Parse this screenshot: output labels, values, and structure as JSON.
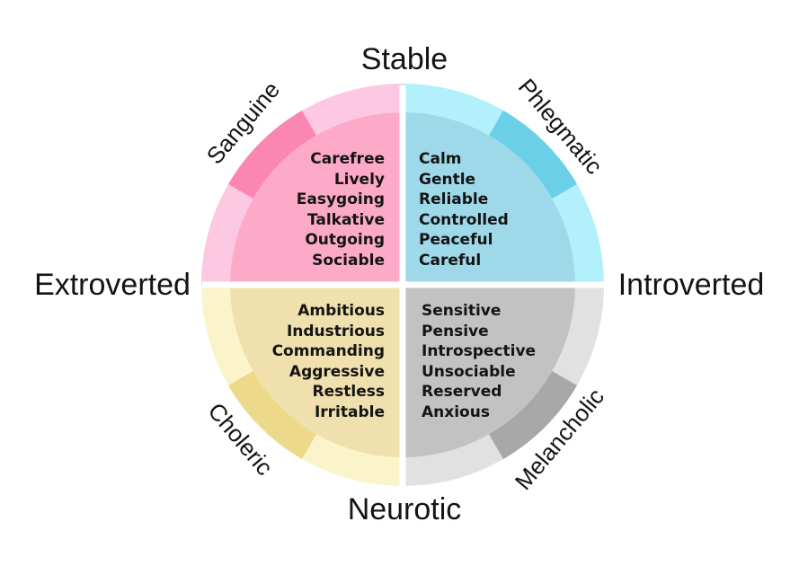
{
  "axes": {
    "top": "Stable",
    "bottom": "Neurotic",
    "left": "Extroverted",
    "right": "Introverted"
  },
  "quadrants": [
    {
      "id": "sanguine",
      "name": "Sanguine",
      "traits": [
        "Carefree",
        "Lively",
        "Easygoing",
        "Talkative",
        "Outgoing",
        "Sociable"
      ],
      "colors": {
        "fill": "#fdaac9",
        "ring_light": "#fdc8e2",
        "ring_dark": "#fb86b2"
      }
    },
    {
      "id": "phlegmatic",
      "name": "Phlegmatic",
      "traits": [
        "Calm",
        "Gentle",
        "Reliable",
        "Controlled",
        "Peaceful",
        "Careful"
      ],
      "colors": {
        "fill": "#9ed9e9",
        "ring_light": "#b2f0fb",
        "ring_dark": "#6bcfe8"
      }
    },
    {
      "id": "choleric",
      "name": "Choleric",
      "traits": [
        "Ambitious",
        "Industrious",
        "Commanding",
        "Aggressive",
        "Restless",
        "Irritable"
      ],
      "colors": {
        "fill": "#efe0ad",
        "ring_light": "#fbf4cb",
        "ring_dark": "#ecd98a"
      }
    },
    {
      "id": "melancholic",
      "name": "Melancholic",
      "traits": [
        "Sensitive",
        "Pensive",
        "Introspective",
        "Unsociable",
        "Reserved",
        "Anxious"
      ],
      "colors": {
        "fill": "#c2c2c2",
        "ring_light": "#e1e1e1",
        "ring_dark": "#a8a8a8"
      }
    }
  ]
}
